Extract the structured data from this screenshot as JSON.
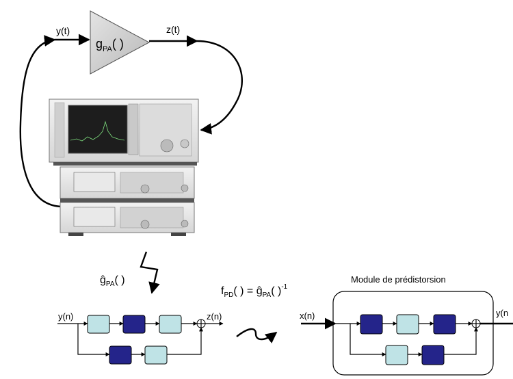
{
  "amplifier": {
    "input_label": "y(t)",
    "output_label": "z(t)",
    "block_label_main": "g",
    "block_label_sub": "PA",
    "block_label_tail": "( )"
  },
  "estimate": {
    "label_main": "ĝ",
    "label_sub": "PA",
    "label_tail": "( )"
  },
  "model": {
    "input_label": "y(n)",
    "output_label": "z(n)"
  },
  "inverse_relation": {
    "f": "f",
    "f_sub": "PD",
    "middle": "( ) = ĝ",
    "g_sub": "PA",
    "tail": "( )",
    "exponent": "-1"
  },
  "predistortion": {
    "title": "Module de prédistorsion",
    "input_label": "x(n)",
    "output_label": "y(n"
  },
  "colors": {
    "light_block": "#bfe3e6",
    "dark_block": "#24248a",
    "amplifier_fill": "#cfcfcf"
  }
}
